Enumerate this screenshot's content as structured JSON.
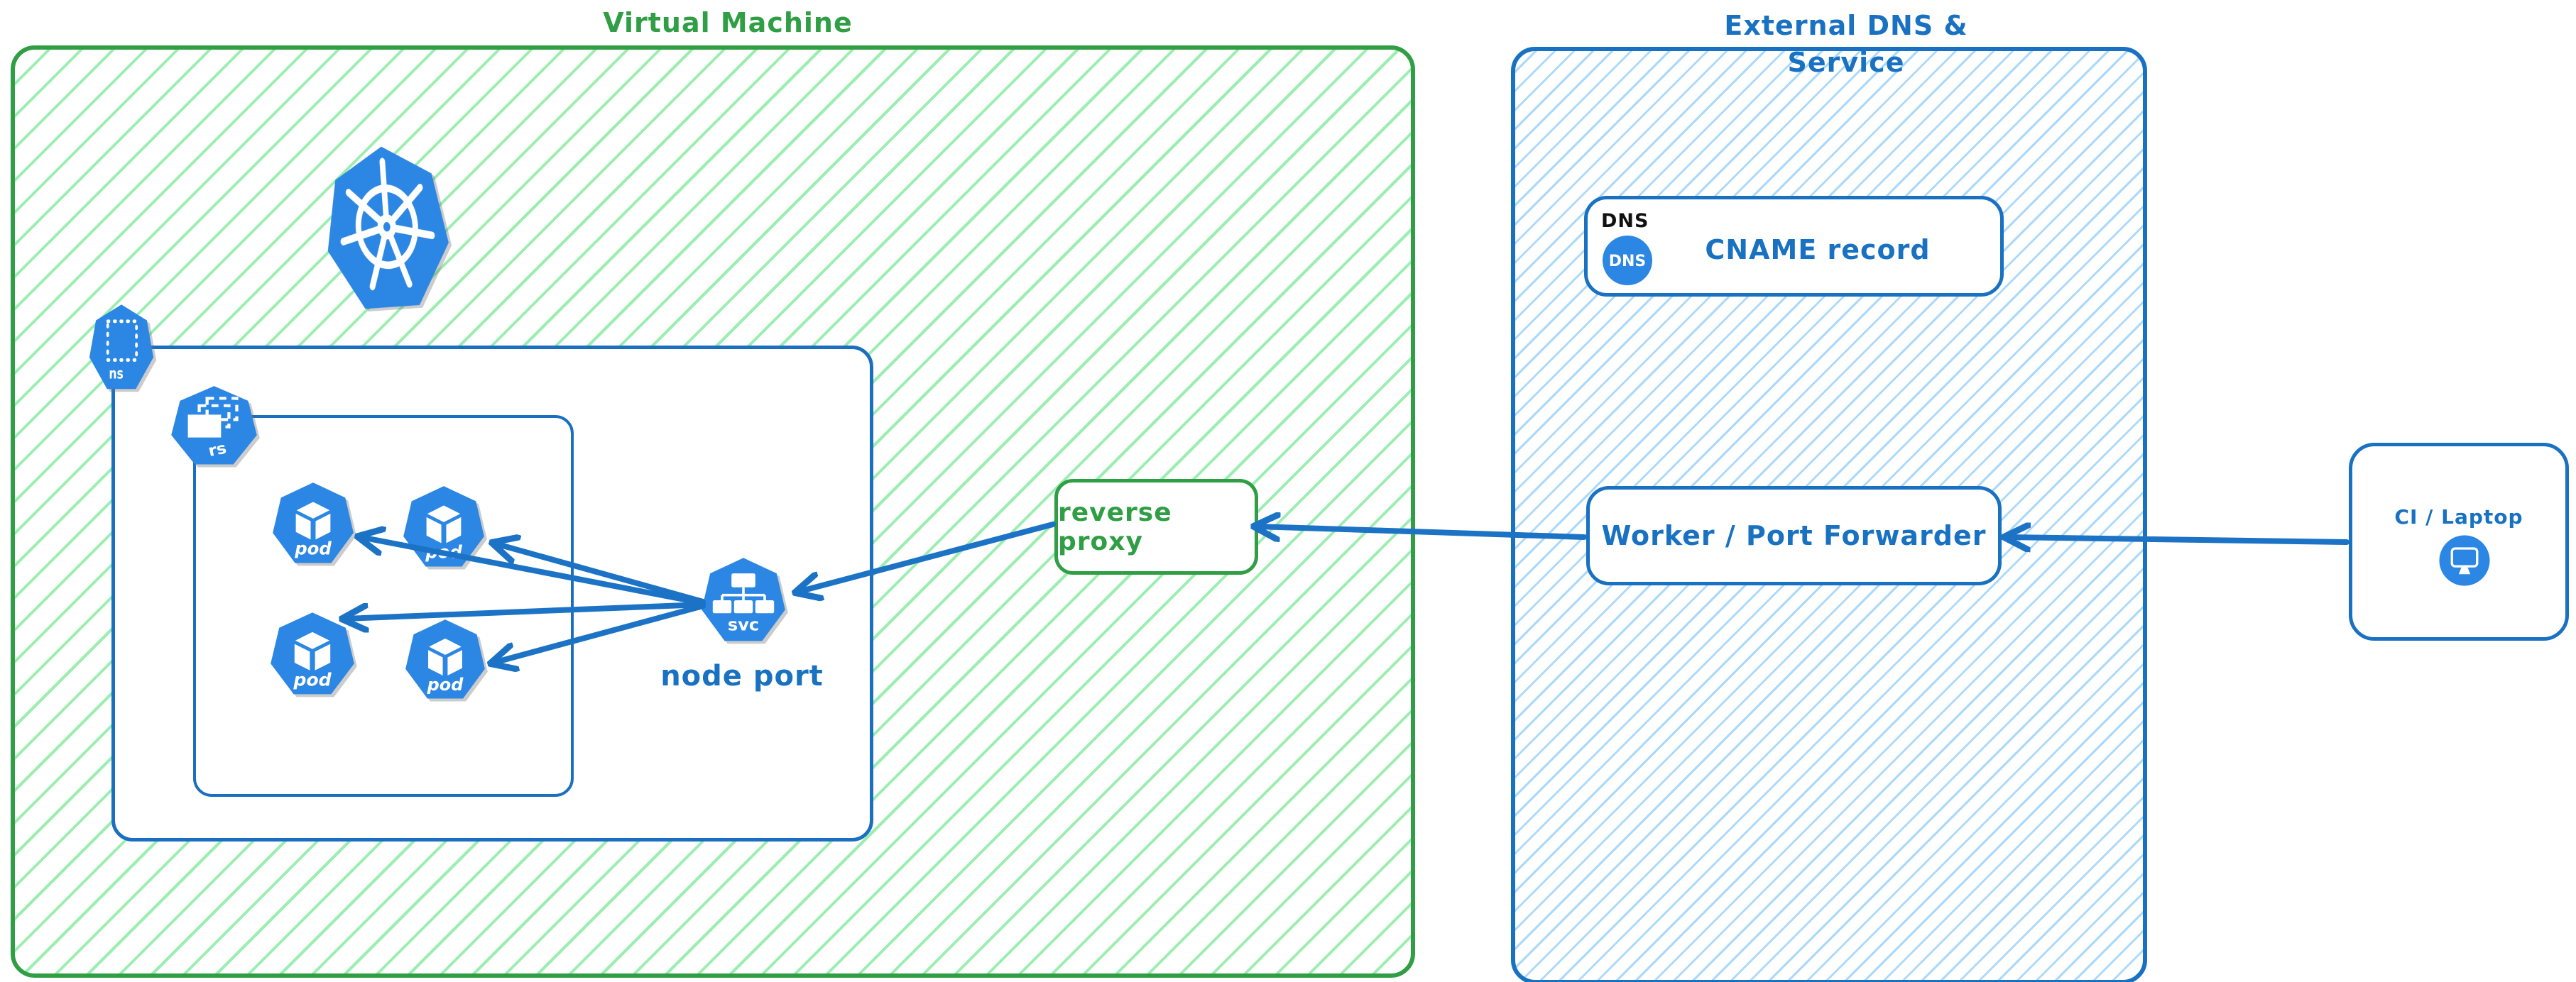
{
  "titles": {
    "vm_group": "Virtual Machine",
    "external_group": "External DNS & Service"
  },
  "kubernetes": {
    "namespace_icon_label": "ns",
    "replicaset_icon_label": "rs",
    "pod_icon_label": "pod",
    "service_icon_label": "svc",
    "service_caption": "node port"
  },
  "nodes": {
    "reverse_proxy_label": "reverse proxy",
    "dns_card_tag": "DNS",
    "dns_icon_label": "DNS",
    "dns_card_label": "CNAME record",
    "worker_label": "Worker / Port Forwarder",
    "ci_label": "CI / Laptop"
  },
  "colors": {
    "green_accent": "#2f9e44",
    "green_hatch": "#9ceeb0",
    "blue_accent": "#1971c2",
    "blue_hatch": "#abd9fb",
    "icon_blue": "#2b87e3",
    "dns_tag_color": "#111111"
  }
}
